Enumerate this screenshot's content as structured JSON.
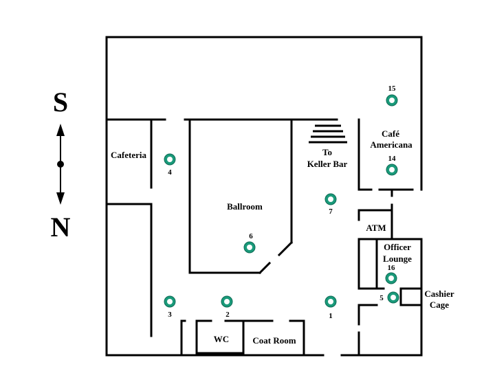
{
  "compass": {
    "top": "S",
    "bottom": "N"
  },
  "rooms": {
    "cafeteria": "Cafeteria",
    "ballroom": "Ballroom",
    "to_keller_1": "To",
    "to_keller_2": "Keller Bar",
    "cafe_1": "Café",
    "cafe_2": "Americana",
    "atm": "ATM",
    "officer_1": "Officer",
    "officer_2": "Lounge",
    "cashier_1": "Cashier",
    "cashier_2": "Cage",
    "wc": "WC",
    "coat_room": "Coat Room"
  },
  "markers": [
    "15",
    "14",
    "4",
    "7",
    "6",
    "16",
    "5",
    "3",
    "2",
    "1"
  ],
  "colors": {
    "marker": "#1a9a7a",
    "walls": "#000000"
  }
}
